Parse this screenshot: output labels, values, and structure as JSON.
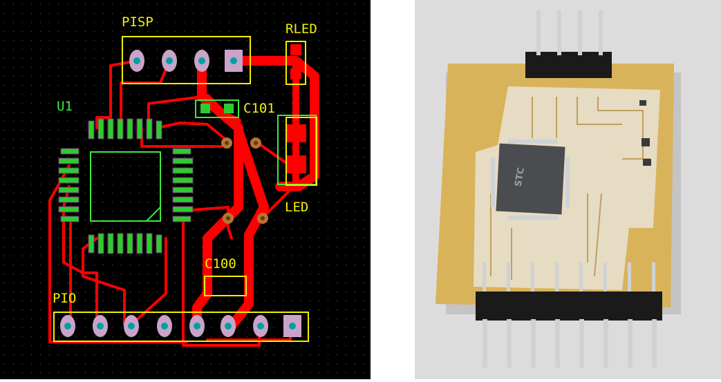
{
  "pcb_layout": {
    "labels": {
      "isp_header": "PISP",
      "mcu": "U1",
      "cap_top": "C101",
      "resistor": "RLED",
      "led": "LED",
      "cap_bottom": "C100",
      "io_header": "PIO"
    },
    "colors": {
      "background": "#000000",
      "grid_dot": "#3a3a3a",
      "trace": "#ff0000",
      "pad": "#c9a3c9",
      "pad_hole": "#00a0a0",
      "silkscreen_yellow": "#f4f000",
      "silkscreen_green": "#3ee83e",
      "smd_pad": "#2ecc2e"
    }
  },
  "photo": {
    "chip_marking": "STC",
    "colors": {
      "board": "#d9b35a",
      "copper": "#e8e2d6",
      "pin_header": "#1a1a1a",
      "pin": "#cfd2d4",
      "background": "#dcdcdc"
    }
  }
}
